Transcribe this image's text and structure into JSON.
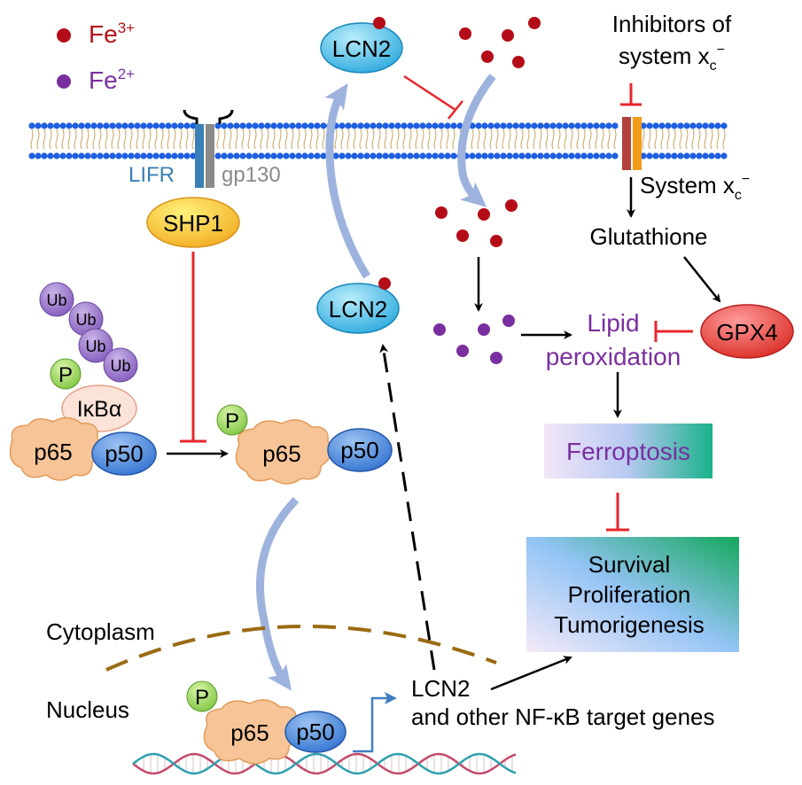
{
  "legend": {
    "fe3_base": "Fe",
    "fe3_sup": "3+",
    "fe2_base": "Fe",
    "fe2_sup": "2+"
  },
  "receptors": {
    "lifr": "LIFR",
    "gp130": "gp130"
  },
  "proteins": {
    "shp1": "SHP1",
    "lcn2_top": "LCN2",
    "lcn2_mid": "LCN2",
    "gpx4": "GPX4",
    "ikba": "IκBα",
    "ub": "Ub",
    "p": "P",
    "p65": "p65",
    "p50": "p50"
  },
  "labels": {
    "inhibitors_line1": "Inhibitors of",
    "inhibitors_line2": "system x",
    "inhibitors_sub": "c",
    "inhibitors_sup": "−",
    "system_xc": "System x",
    "system_xc_sub": "c",
    "system_xc_sup": "−",
    "glutathione": "Glutathione",
    "lipid_line1": "Lipid",
    "lipid_line2": "peroxidation",
    "ferroptosis": "Ferroptosis",
    "outcome_line1": "Survival",
    "outcome_line2": "Proliferation",
    "outcome_line3": "Tumorigenesis",
    "cytoplasm": "Cytoplasm",
    "nucleus": "Nucleus",
    "genes_line1": "LCN2",
    "genes_line2": "and other NF-κB target genes"
  },
  "colors": {
    "fe3": "#b50d18",
    "fe2": "#7a2fa0",
    "inhibit": "#e8262b",
    "pathway_arrow": "#9db3de",
    "membrane_head": "#1f5fe0",
    "lifr": "#3a7fb5",
    "gp130": "#8a8a8a",
    "dashed_border": "#9a6b12"
  }
}
